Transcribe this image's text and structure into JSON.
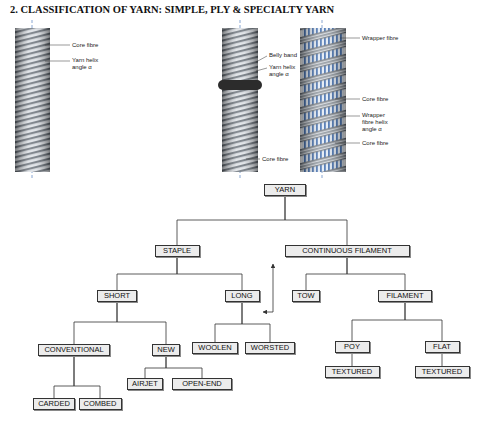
{
  "diagram": {
    "title": "2. CLASSIFICATION OF YARN: SIMPLE, PLY & SPECIALTY YARN",
    "nodes": [
      {
        "text": [
          "YARN"
        ]
      },
      {
        "text": [
          "STAPLE"
        ]
      },
      {
        "text": [
          "CONTINUOUS FILAMENT"
        ]
      },
      {
        "text": [
          "SHORT"
        ]
      },
      {
        "text": [
          "LONG"
        ]
      },
      {
        "text": [
          "TOW"
        ]
      },
      {
        "text": [
          "FILAMENT"
        ]
      },
      {
        "text": [
          "CONVENTIONAL"
        ]
      },
      {
        "text": [
          "NEW"
        ]
      },
      {
        "text": [
          "WOOLEN"
        ]
      },
      {
        "text": [
          "WORSTED"
        ]
      },
      {
        "text": [
          "POY"
        ]
      },
      {
        "text": [
          "FLAT"
        ]
      },
      {
        "text": [
          "TEXTURED"
        ]
      },
      {
        "text": [
          "AIRJET"
        ]
      },
      {
        "text": [
          "OPEN-END"
        ]
      },
      {
        "text": [
          "TEXTURED"
        ]
      },
      {
        "text": [
          "CARDED"
        ]
      },
      {
        "text": [
          "COMBED"
        ]
      }
    ],
    "edges": [
      {
        "from": 0,
        "to": 1,
        "arrow": "none"
      },
      {
        "from": 0,
        "to": 2,
        "arrow": "none"
      },
      {
        "from": 1,
        "to": 3,
        "arrow": "none"
      },
      {
        "from": 1,
        "to": 4,
        "arrow": "none"
      },
      {
        "from": 2,
        "to": 5,
        "arrow": "none"
      },
      {
        "from": 2,
        "to": 6,
        "arrow": "none"
      },
      {
        "from": 3,
        "to": 7,
        "arrow": "none"
      },
      {
        "from": 3,
        "to": 8,
        "arrow": "none"
      },
      {
        "from": 4,
        "to": 9,
        "arrow": "none"
      },
      {
        "from": 4,
        "to": 10,
        "arrow": "none"
      },
      {
        "from": 6,
        "to": 11,
        "arrow": "none"
      },
      {
        "from": 6,
        "to": 12,
        "arrow": "none"
      },
      {
        "from": 11,
        "to": 13,
        "arrow": "none"
      },
      {
        "from": 12,
        "to": 16,
        "arrow": "none"
      },
      {
        "from": 7,
        "to": 17,
        "arrow": "none"
      },
      {
        "from": 7,
        "to": 18,
        "arrow": "none"
      },
      {
        "from": 8,
        "to": 14,
        "arrow": "none"
      },
      {
        "from": 8,
        "to": 15,
        "arrow": "none"
      }
    ],
    "labels": [
      "Core fibre",
      "Yarn helix angle α",
      "Belly band",
      "Yarn helix angle α",
      "Core fibre",
      "Wrapper fibre",
      "Core fibre",
      "Wrapper fibre helix angle α",
      "Core fibre"
    ]
  }
}
